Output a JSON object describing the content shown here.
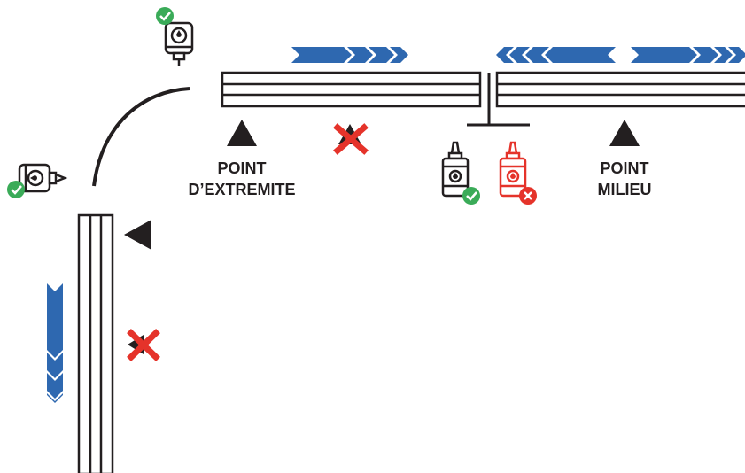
{
  "labels": {
    "end_point": {
      "line1": "POINT",
      "line2": "D’EXTREMITE"
    },
    "middle_point": {
      "line1": "POINT",
      "line2": "MILIEU"
    }
  },
  "colors": {
    "line": "#231f20",
    "flow_arrow": "#2e68b0",
    "ok_badge": "#3aab58",
    "error_badge": "#e5332a",
    "error_icon": "#e5332a"
  },
  "icons": {
    "lubricator_top": "single-point-lubricator-icon",
    "lubricator_left": "single-point-lubricator-icon",
    "grease_bottle_ok": "grease-cartridge-icon",
    "grease_bottle_bad": "grease-cartridge-icon",
    "ok": "check-circle-icon",
    "bad": "x-circle-icon",
    "not_here": "red-x-cross-icon",
    "position": "triangle-marker-icon"
  }
}
